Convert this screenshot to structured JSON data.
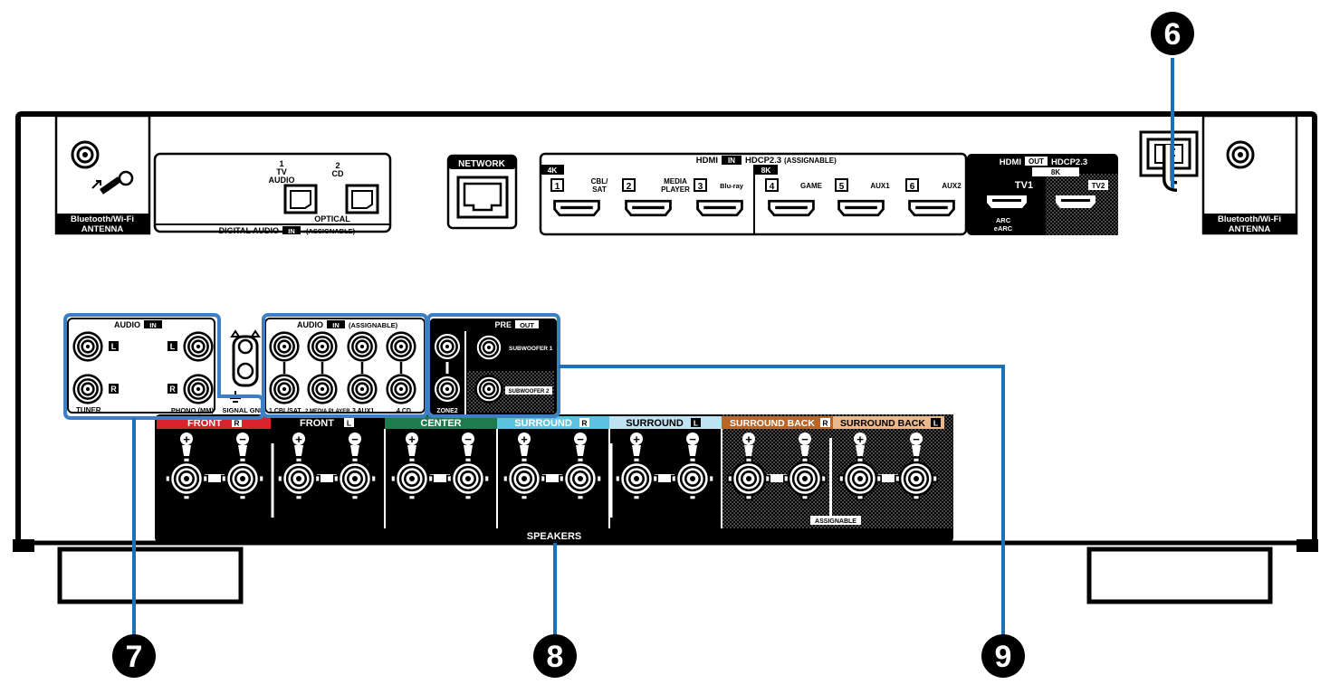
{
  "callouts": {
    "c6": "6",
    "c7": "7",
    "c8": "8",
    "c9": "9"
  },
  "antenna": {
    "left_label_1": "Bluetooth/Wi-Fi",
    "left_label_2": "ANTENNA",
    "right_label_1": "Bluetooth/Wi-Fi",
    "right_label_2": "ANTENNA"
  },
  "digital_audio": {
    "in1_num": "1",
    "in1_name_1": "TV",
    "in1_name_2": "AUDIO",
    "in2_num": "2",
    "in2_name": "CD",
    "optical": "OPTICAL",
    "footer_a": "DIGITAL AUDIO",
    "footer_in": "IN",
    "footer_b": "(ASSIGNABLE)"
  },
  "network": {
    "label": "NETWORK"
  },
  "hdmi_in": {
    "title_a": "HDMI",
    "title_in": "IN",
    "title_b": "HDCP2.3",
    "title_c": "(ASSIGNABLE)",
    "tag_4k": "4K",
    "tag_8k": "8K",
    "inputs": [
      {
        "num": "1",
        "name": "CBL/",
        "name2": "SAT"
      },
      {
        "num": "2",
        "name": "MEDIA",
        "name2": "PLAYER"
      },
      {
        "num": "3",
        "name": "Blu-ray",
        "name2": ""
      },
      {
        "num": "4",
        "name": "GAME",
        "name2": ""
      },
      {
        "num": "5",
        "name": "AUX1",
        "name2": ""
      },
      {
        "num": "6",
        "name": "AUX2",
        "name2": ""
      }
    ]
  },
  "hdmi_out": {
    "title_a": "HDMI",
    "title_out": "OUT",
    "title_b": "HDCP2.3",
    "tag_8k": "8K",
    "tv1": "TV1",
    "tv2": "TV2",
    "arc": "ARC",
    "earc": "eARC"
  },
  "audio_in": {
    "title_a": "AUDIO",
    "title_in": "IN",
    "L": "L",
    "R": "R",
    "tuner": "TUNER",
    "phono": "PHONO (MM)",
    "signal_gnd": "SIGNAL GND"
  },
  "audio_in_assignable": {
    "title_a": "AUDIO",
    "title_in": "IN",
    "title_b": "(ASSIGNABLE)",
    "labels": [
      "1 CBL/SAT",
      "2 MEDIA PLAYER",
      "3 AUX1",
      "4 CD"
    ]
  },
  "pre_out": {
    "title_a": "PRE",
    "title_out": "OUT",
    "zone2": "ZONE2",
    "sub1": "SUBWOOFER 1",
    "sub2": "SUBWOOFER 2"
  },
  "speakers": {
    "channels": [
      {
        "name": "FRONT",
        "side": "R",
        "color": "#d8232a"
      },
      {
        "name": "FRONT",
        "side": "L",
        "color": "#000000"
      },
      {
        "name": "CENTER",
        "side": "",
        "color": "#1f7a4d"
      },
      {
        "name": "SURROUND",
        "side": "R",
        "color": "#5bc3e0"
      },
      {
        "name": "SURROUND",
        "side": "L",
        "color": "#bfe3f2"
      },
      {
        "name": "SURROUND BACK",
        "side": "R",
        "color": "#b8662a"
      },
      {
        "name": "SURROUND BACK",
        "side": "L",
        "color": "#e9b98c"
      }
    ],
    "plus": "+",
    "minus": "−",
    "assignable": "ASSIGNABLE",
    "footer": "SPEAKERS"
  },
  "colors": {
    "callout_line": "#1f6fb5",
    "highlight": "#3d7fc4"
  }
}
